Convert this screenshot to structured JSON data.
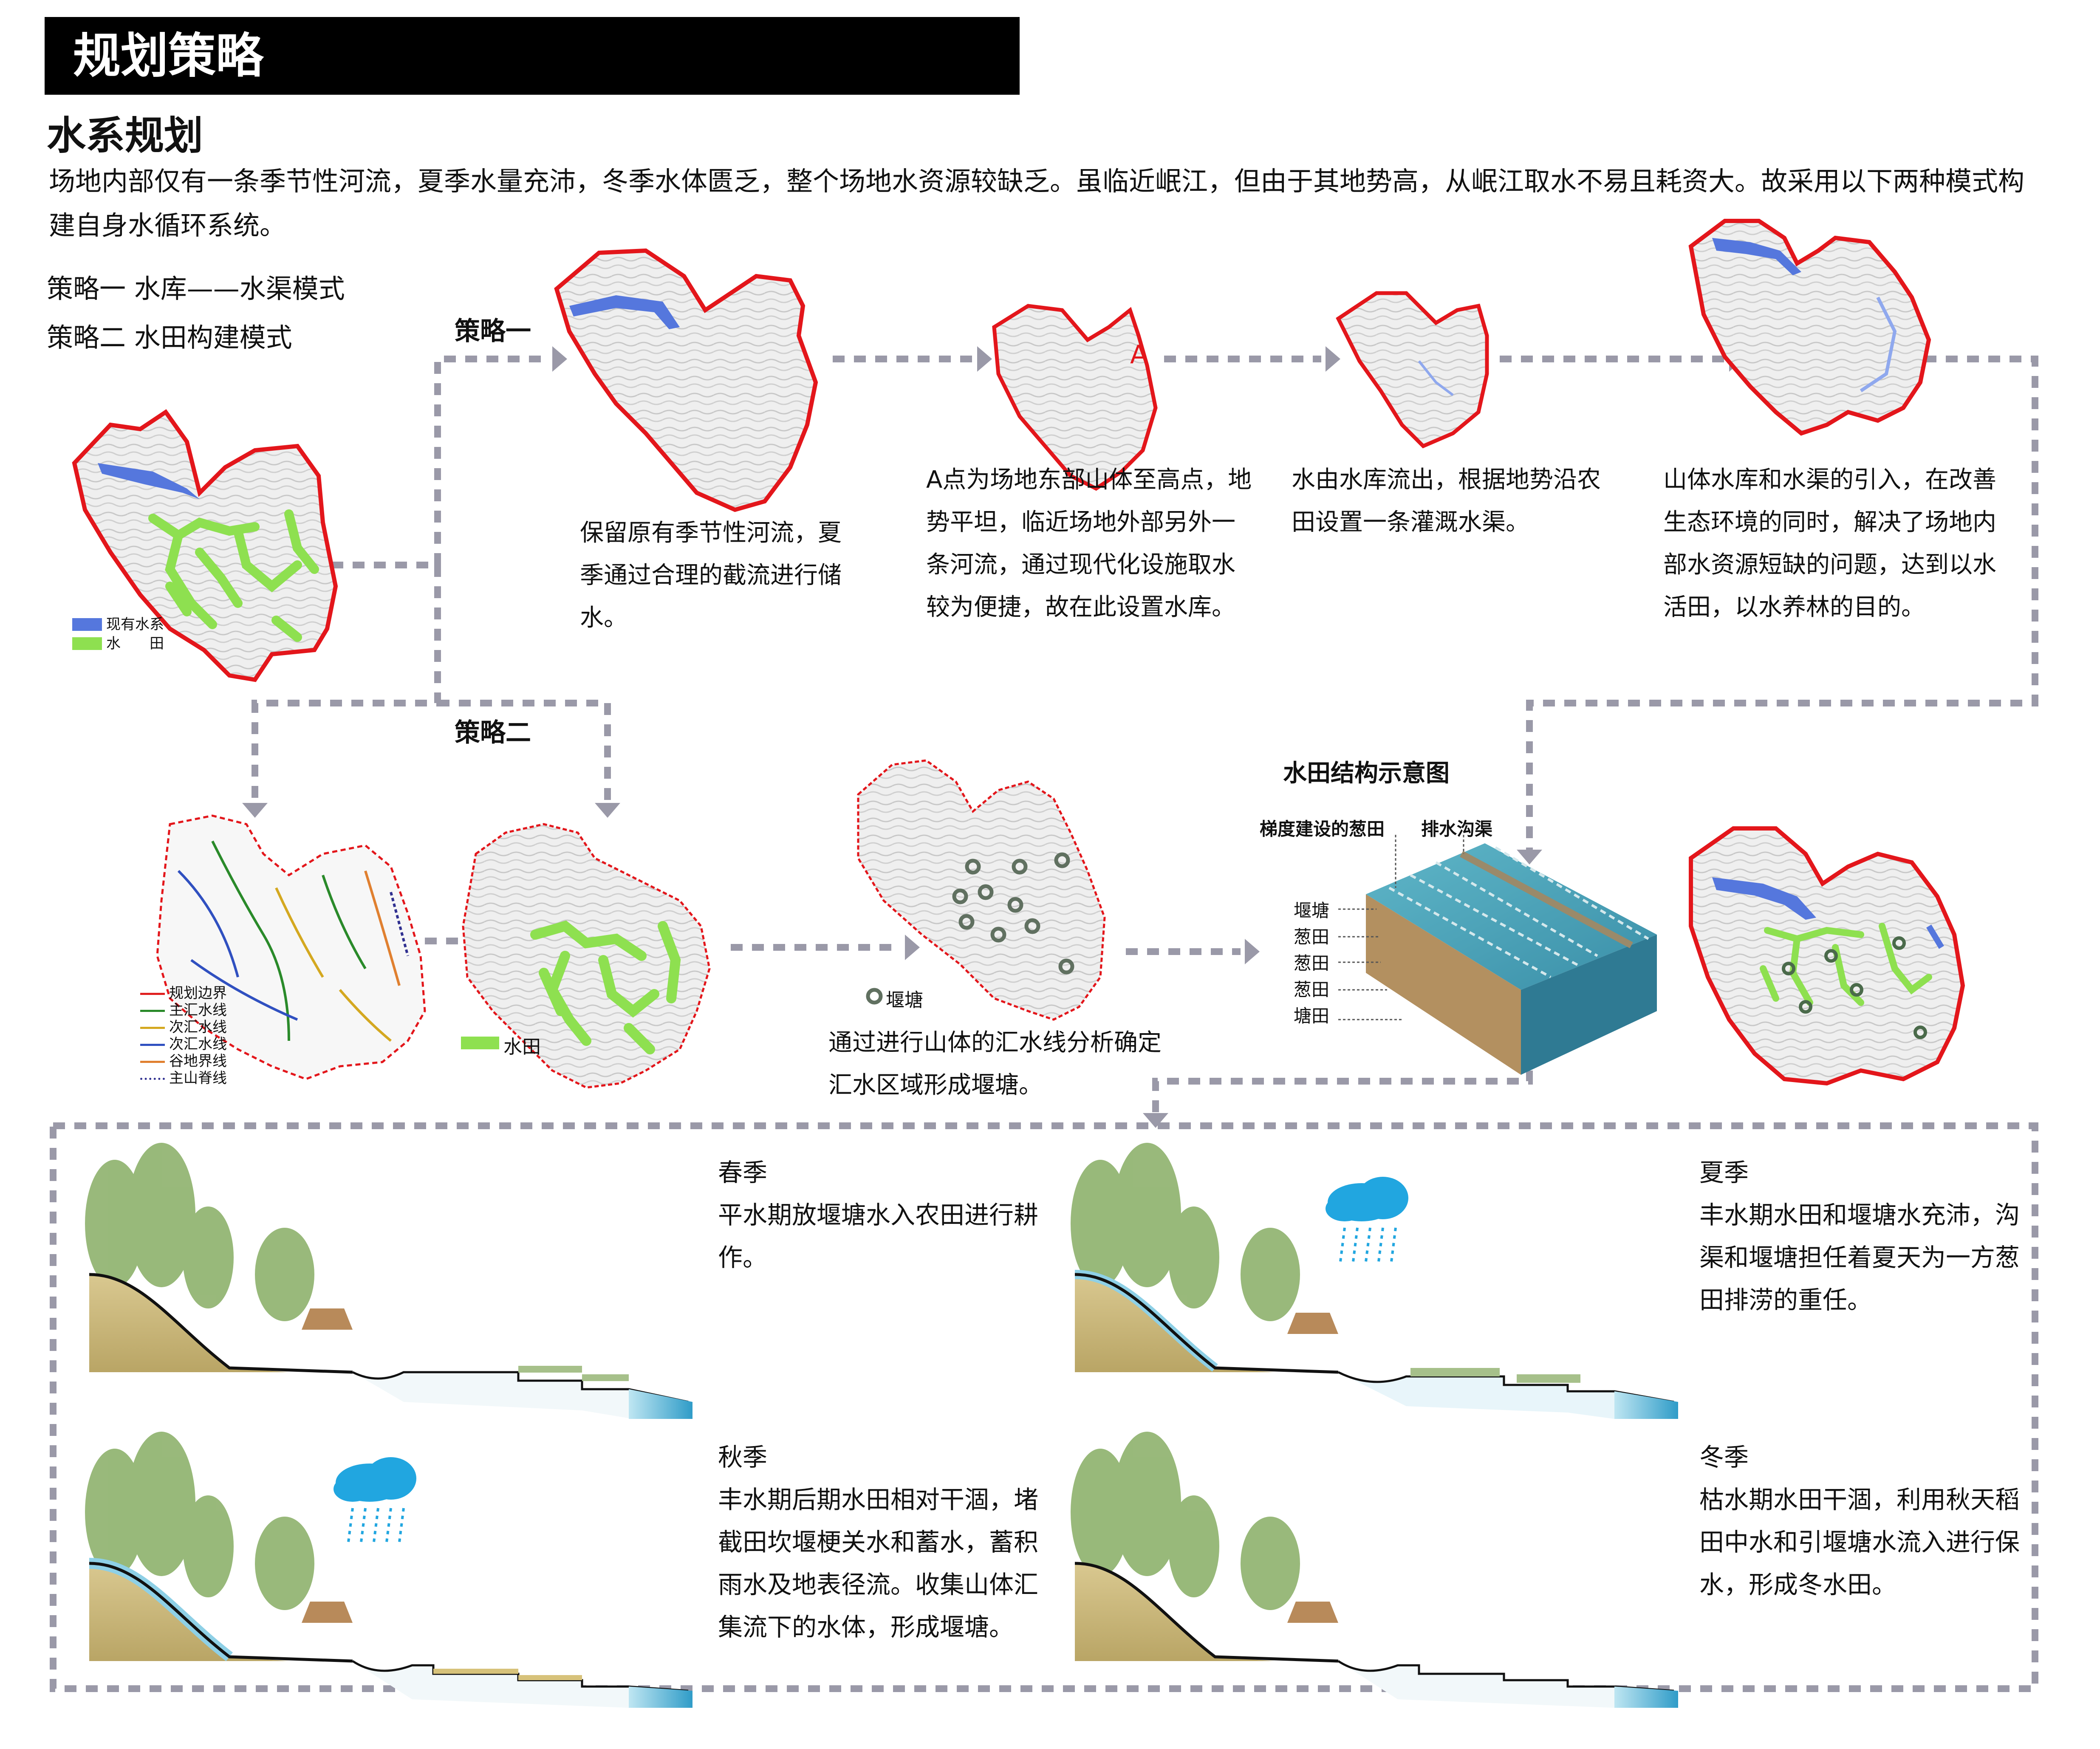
{
  "header": {
    "title": "规划策略",
    "section": "水系规划"
  },
  "intro": "场地内部仅有一条季节性河流，夏季水量充沛，冬季水体匮乏，整个场地水资源较缺乏。虽临近岷江，但由于其地势高，从岷江取水不易且耗资大。故采用以下两种模式构建自身水循环系统。",
  "strategies": {
    "line1": "策略一  水库——水渠模式",
    "line2": "策略二  水田构建模式",
    "label1": "策略一",
    "label2": "策略二"
  },
  "legend_main": {
    "existing_water": "现有水系",
    "paddy": "水　　田"
  },
  "strategy1": {
    "step1": "保留原有季节性河流，夏季通过合理的截流进行储水。",
    "point_label": "A",
    "step2": "A点为场地东部山体至高点，地势平坦，临近场地外部另外一条河流，通过现代化设施取水较为便捷，故在此设置水库。",
    "step3": "水由水库流出，根据地势沿农田设置一条灌溉水渠。",
    "step4": "山体水库和水渠的引入，在改善生态环境的同时，解决了场地内部水资源短缺的问题，达到以水活田，以水养林的目的。"
  },
  "strategy2": {
    "legend": [
      "规划边界",
      "主汇水线",
      "次汇水线",
      "次汇水线",
      "谷地界线",
      "主山脊线"
    ],
    "legend_colors": [
      "#e02020",
      "#2a8a2a",
      "#d4a820",
      "#3050c0",
      "#e08030",
      "#303090"
    ],
    "paddy_label": "水田",
    "pond_label": "堰塘",
    "pond_text": "通过进行山体的汇水线分析确定汇水区域形成堰塘。"
  },
  "structure": {
    "title": "水田结构示意图",
    "top_labels": [
      "梯度建设的葱田",
      "排水沟渠"
    ],
    "side_labels": [
      "堰塘",
      "葱田",
      "葱田",
      "葱田",
      "塘田"
    ]
  },
  "seasons": [
    {
      "name": "春季",
      "text": "平水期放堰塘水入农田进行耕作。"
    },
    {
      "name": "夏季",
      "text": "丰水期水田和堰塘水充沛，沟渠和堰塘担任着夏天为一方葱田排涝的重任。"
    },
    {
      "name": "秋季",
      "text": "丰水期后期水田相对干涸，堵截田坎堰梗关水和蓄水，蓄积雨水及地表径流。收集山体汇集流下的水体，形成堰塘。"
    },
    {
      "name": "冬季",
      "text": "枯水期水田干涸，利用秋天稻田中水和引堰塘水流入进行保水，形成冬水田。"
    }
  ],
  "colors": {
    "boundary": "#e3161b",
    "water": "#5577dd",
    "paddy": "#8ee050",
    "dash": "#9a99a8",
    "river": "#7fc3dd"
  }
}
